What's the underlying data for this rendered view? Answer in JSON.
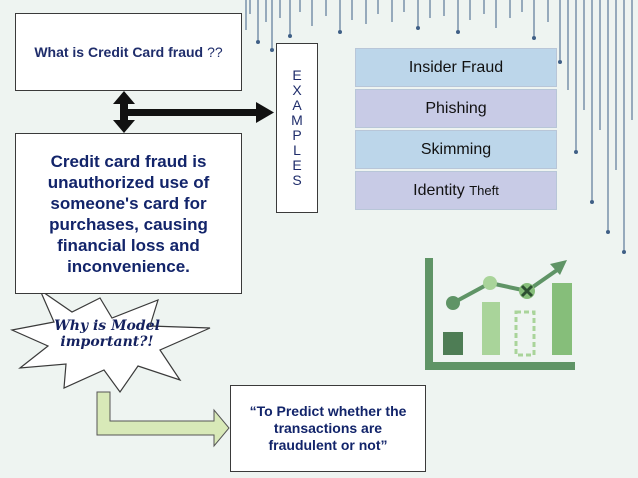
{
  "question": {
    "bold": "What  is Credit Card fraud",
    "normal": "??"
  },
  "definition": "Credit card fraud is unauthorized use of someone's card for purchases, causing financial loss and inconvenience.",
  "examples_label": [
    "E",
    "X",
    "A",
    "M",
    "P",
    "L",
    "E",
    "S"
  ],
  "examples": [
    {
      "main": "Insider Fraud",
      "tail": ""
    },
    {
      "main": "Phishing",
      "tail": ""
    },
    {
      "main": "Skimming",
      "tail": ""
    },
    {
      "main": "Identity",
      "tail": "Theft"
    }
  ],
  "why": {
    "part1": "Why is ",
    "model": "Model",
    "part2": "important?!"
  },
  "prediction": "“To Predict whether the transactions are fraudulent or not”",
  "colors": {
    "accent_blue": "#bcd6ea",
    "accent_purple": "#c8cbe6",
    "text_navy": "#12246a",
    "arrow_fill": "#d8e9b8"
  }
}
